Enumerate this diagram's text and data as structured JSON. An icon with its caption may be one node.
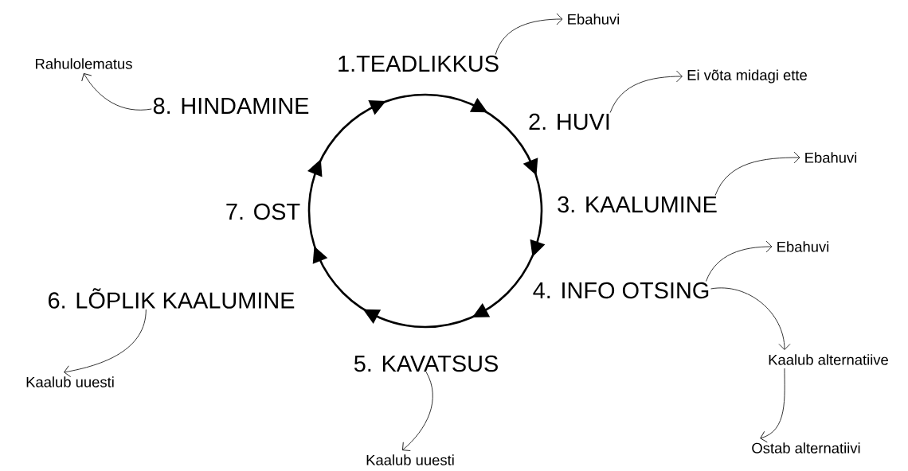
{
  "diagram": {
    "nodes": [
      {
        "text": [
          "1.TEADLIKKUS"
        ]
      },
      {
        "text": [
          "2. HUVI"
        ]
      },
      {
        "text": [
          "3. KAALUMINE"
        ]
      },
      {
        "text": [
          "4. INFO OTSING"
        ]
      },
      {
        "text": [
          "5. KAVATSUS"
        ]
      },
      {
        "text": [
          "6. LÕPLIK KAALUMINE"
        ]
      },
      {
        "text": [
          "7. OST"
        ]
      },
      {
        "text": [
          "8. HINDAMINE"
        ]
      },
      {
        "text": [
          "Ebahuvi"
        ]
      },
      {
        "text": [
          "Ei võta midagi ette"
        ]
      },
      {
        "text": [
          "Ebahuvi"
        ]
      },
      {
        "text": [
          "Ebahuvi"
        ]
      },
      {
        "text": [
          "Kaalub alternatiive"
        ]
      },
      {
        "text": [
          "Ostab alternatiivi"
        ]
      },
      {
        "text": [
          "Kaalub uuesti"
        ]
      },
      {
        "text": [
          "Kaalub uuesti"
        ]
      },
      {
        "text": [
          "Rahulolematus"
        ]
      }
    ],
    "edges": [
      {
        "from": 0,
        "to": 8,
        "arrow": "to"
      },
      {
        "from": 1,
        "to": 9,
        "arrow": "to"
      },
      {
        "from": 2,
        "to": 10,
        "arrow": "to"
      },
      {
        "from": 3,
        "to": 11,
        "arrow": "to"
      },
      {
        "from": 3,
        "to": 12,
        "arrow": "to"
      },
      {
        "from": 12,
        "to": 13,
        "arrow": "to"
      },
      {
        "from": 4,
        "to": 14,
        "arrow": "to"
      },
      {
        "from": 5,
        "to": 15,
        "arrow": "to"
      },
      {
        "from": 7,
        "to": 16,
        "arrow": "to"
      }
    ]
  }
}
